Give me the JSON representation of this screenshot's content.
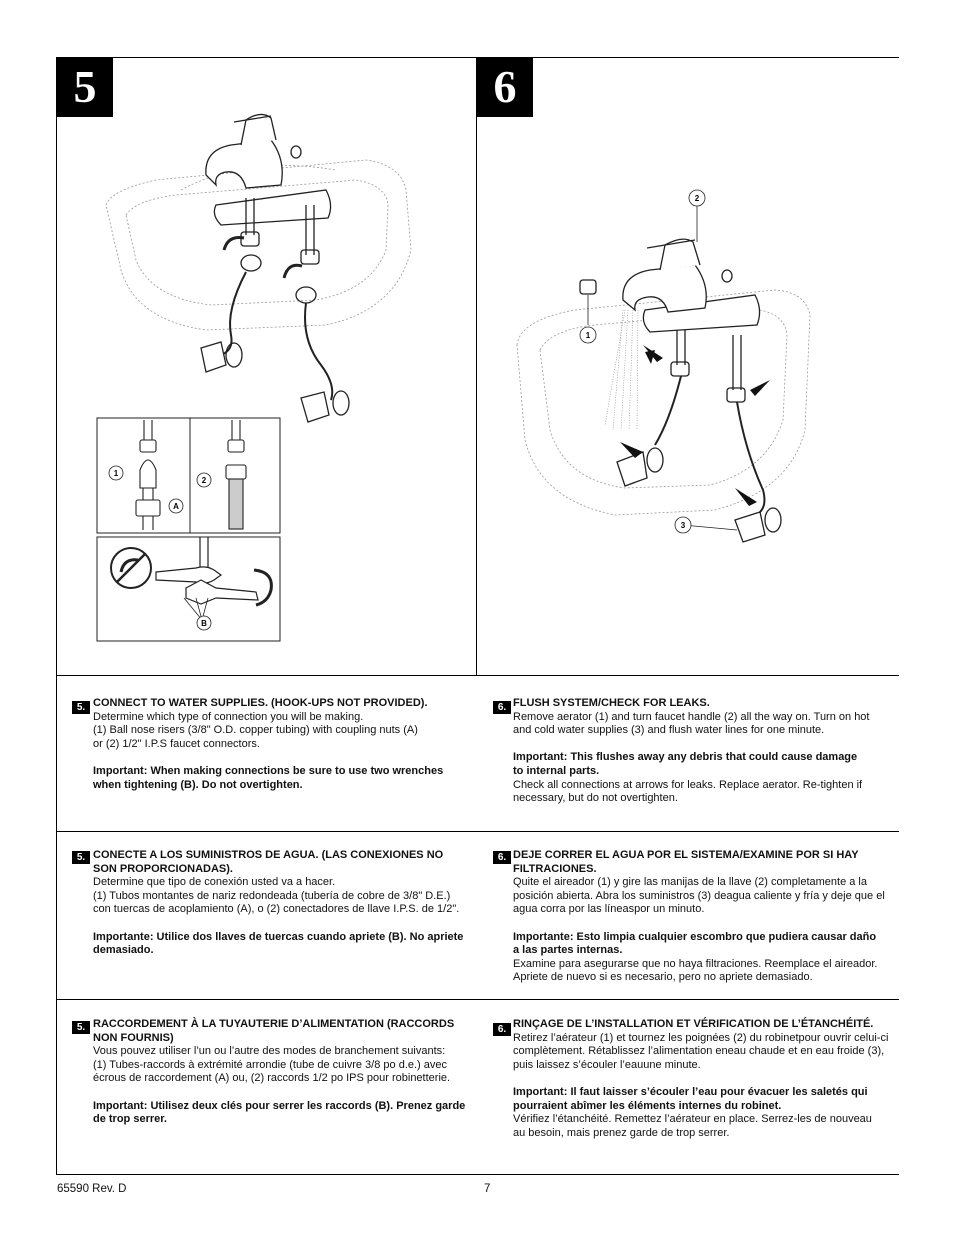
{
  "steps": {
    "left": "5",
    "right": "6"
  },
  "diagram": {
    "callout_1": "1",
    "callout_2": "2",
    "callout_A": "A",
    "callout_B": "B",
    "s6_callout_1": "1",
    "s6_callout_2": "2",
    "s6_callout_3": "3"
  },
  "sections": [
    {
      "left": {
        "num": "5.",
        "heading": "CONNECT TO WATER SUPPLIES. (HOOK-UPS NOT PROVIDED).",
        "lines": [
          "Determine which type of connection you will be making.",
          "(1) Ball nose risers (3/8\" O.D. copper tubing) with coupling nuts (A)",
          "or (2) 1/2\" I.P.S faucet connectors."
        ],
        "important": [
          "Important: When making connections be sure to use two wrenches",
          "when tightening (B). Do not overtighten."
        ]
      },
      "right": {
        "num": "6.",
        "heading": "FLUSH SYSTEM/CHECK FOR LEAKS.",
        "lines": [
          "Remove aerator (1) and turn faucet handle (2) all the way on. Turn on hot",
          "and cold water supplies (3) and flush water lines for one minute."
        ],
        "important": [
          "Important: This flushes away any debris that could cause damage",
          "to internal parts."
        ],
        "after": [
          "Check all connections at arrows for leaks. Replace aerator. Re-tighten if",
          "necessary, but do not overtighten."
        ]
      }
    },
    {
      "left": {
        "num": "5.",
        "heading": "CONECTE A LOS SUMINISTROS DE AGUA. (LAS CONEXIONES NO",
        "heading2": "SON PROPORCIONADAS).",
        "lines": [
          "Determine que tipo de conexión usted va a hacer.",
          "(1) Tubos montantes de nariz redondeada (tubería de cobre de 3/8\" D.E.)",
          "con tuercas de acoplamiento (A), o (2) conectadores de llave I.P.S. de 1/2\"."
        ],
        "important": [
          "Importante: Utilice dos llaves de tuercas cuando apriete (B). No apriete",
          "demasiado."
        ]
      },
      "right": {
        "num": "6.",
        "heading": "DEJE CORRER EL AGUA POR EL SISTEMA/EXAMINE POR SI HAY",
        "heading2": "FILTRACIONES.",
        "lines": [
          "Quite el aireador (1) y gire las manijas de la llave (2) completamente a la",
          "posición abierta. Abra los suministros (3) deagua caliente y fría y deje que el",
          "agua corra por las líneaspor un minuto."
        ],
        "important": [
          "Importante: Esto  limpia cualquier escombro que pudiera causar daño",
          "a las  partes internas."
        ],
        "after": [
          "Examine para asegurarse que no haya filtraciones. Reemplace el aireador.",
          "Apriete de nuevo si es necesario, pero no apriete demasiado."
        ]
      }
    },
    {
      "left": {
        "num": "5.",
        "heading": "RACCORDEMENT À LA TUYAUTERIE D’ALIMENTATION (RACCORDS",
        "heading2": "NON FOURNIS)",
        "lines": [
          "Vous pouvez utiliser l’un ou l’autre des modes de branchement suivants:",
          "(1) Tubes-raccords à extrémité arrondie (tube de cuivre 3/8 po d.e.) avec",
          "écrous de raccordement (A) ou, (2) raccords 1/2 po IPS pour robinetterie."
        ],
        "important": [
          "Important: Utilisez deux clés pour serrer les raccords (B). Prenez garde",
          "de trop serrer."
        ]
      },
      "right": {
        "num": "6.",
        "heading": "RINÇAGE DE L’INSTALLATION ET VÉRIFICATION DE L’ÉTANCHÉITÉ.",
        "lines": [
          "Retirez l’aérateur (1) et tournez les poignées (2) du robinetpour ouvrir celui-ci",
          "complètement. Rétablissez l’alimentation eneau chaude et en eau froide (3),",
          "puis laissez s’écouler l’eauune minute."
        ],
        "important": [
          "Important: Il faut laisser s’écouler l’eau pour évacuer les saletés qui",
          "pourraient abîmer les  éléments internes du robinet."
        ],
        "after": [
          "Vérifiez l’étanchéité. Remettez l’aérateur en place. Serrez-les de nouveau",
          "au besoin, mais prenez garde de trop serrer."
        ]
      }
    }
  ],
  "footer": {
    "doc": "65590  Rev. D",
    "page": "7"
  }
}
